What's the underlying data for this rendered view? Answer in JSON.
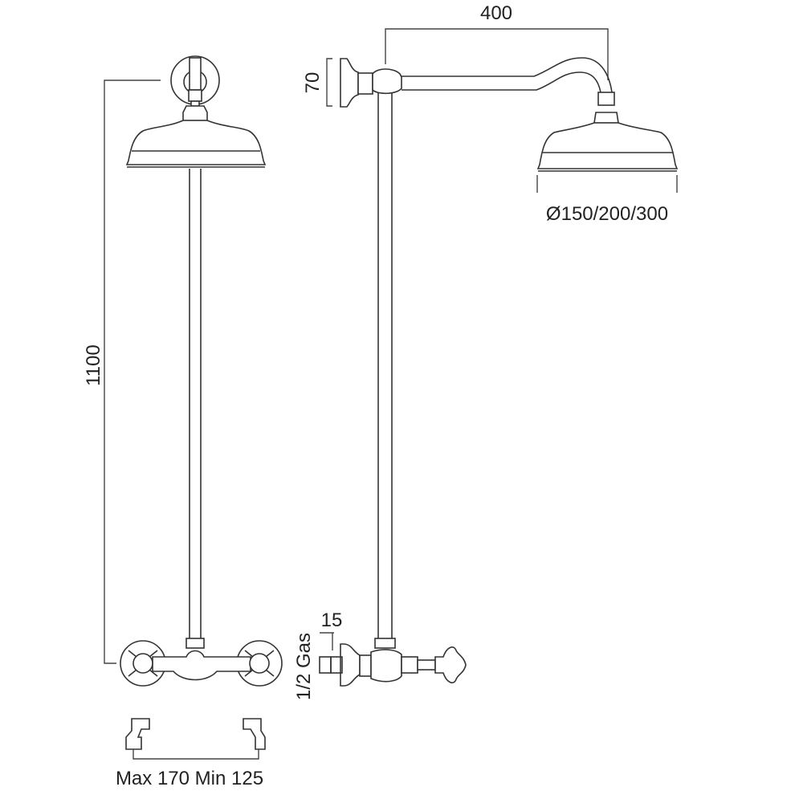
{
  "title": "Exposed shower set with rigid riser and rose head - dimension drawing",
  "dimensions": {
    "height": "1100",
    "arm_length": "400",
    "flange_height": "70",
    "head_diameter": "Ø150/200/300",
    "wall_offset": "15",
    "connection": "1/2 Gas",
    "centres": "Max 170 Min 125"
  },
  "colors": {
    "line": "#333333",
    "background": "#ffffff"
  }
}
